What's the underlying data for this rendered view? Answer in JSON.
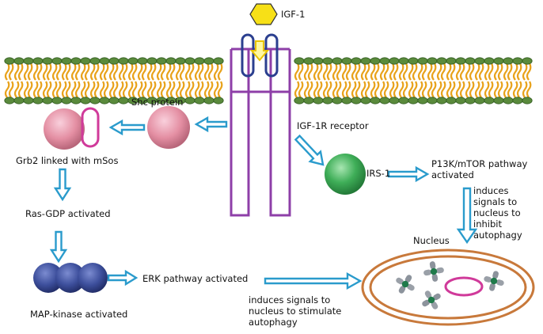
{
  "labels": {
    "ligand": "IGF-1",
    "shc": "Shc protein",
    "receptor": "IGF-1R receptor",
    "grb2": "Grb2 linked with mSos",
    "irs1": "IRS-1",
    "pi3k": "P13K/mTOR pathway activated",
    "induces_inhibit": "induces signals to nucleus to inhibit autophagy",
    "ras": "Ras-GDP activated",
    "nucleus": "Nucleus",
    "erk": "ERK pathway activated",
    "mapk": "MAP-kinase activated",
    "induces_stimulate": "induces signals to nucleus to stimulate autophagy"
  },
  "colors": {
    "membrane_head": "#5a8a3c",
    "membrane_tail": "#e8a21b",
    "receptor": "#8e3fa8",
    "receptor_inner": "#2b3f8f",
    "ligand": "#f7e017",
    "arrow": "#2a9bcc",
    "shc_sphere": "#e48fa3",
    "irs_sphere": "#3fae58",
    "mapk_sphere": "#3d4f9c",
    "nucleus_ring": "#c8793b",
    "msos": "#d03a9a"
  }
}
